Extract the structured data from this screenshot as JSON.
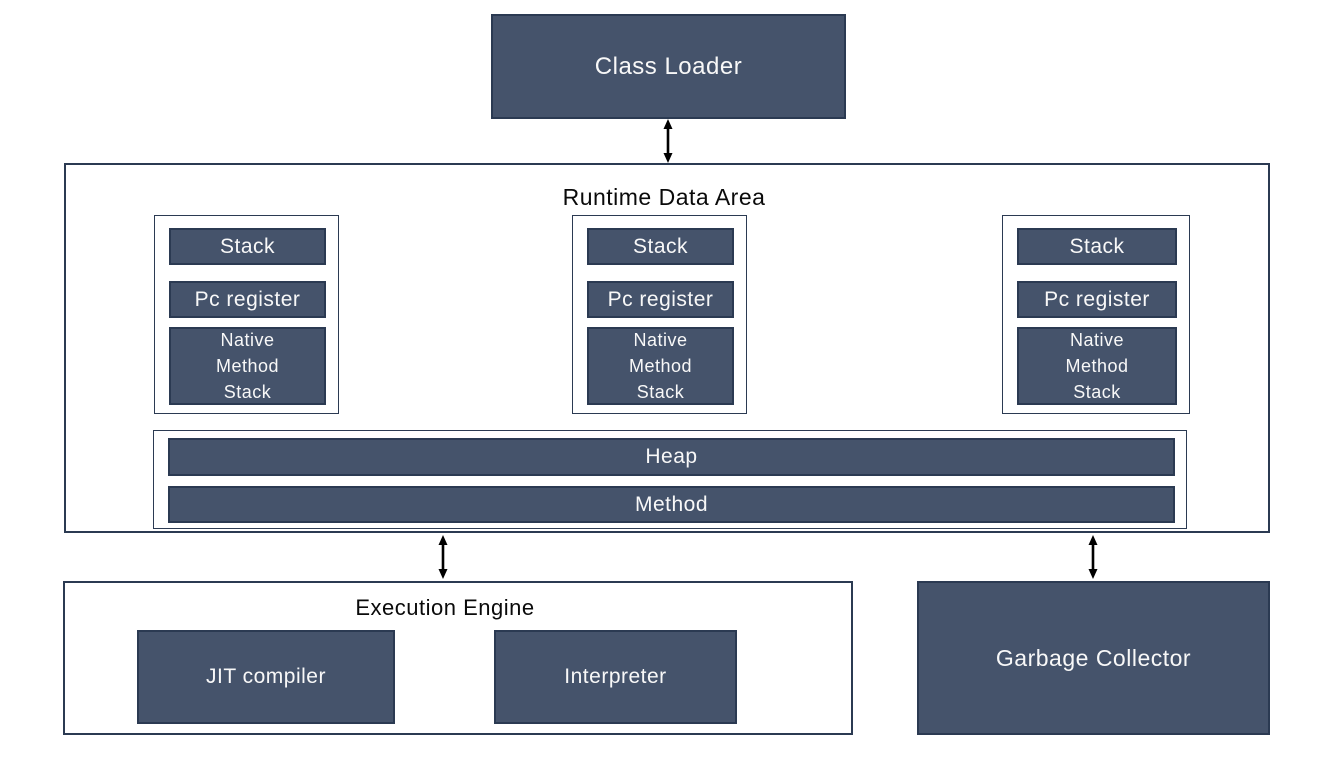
{
  "diagram": {
    "class_loader": {
      "label": "Class Loader"
    },
    "runtime_data_area": {
      "title": "Runtime Data Area",
      "thread_groups": [
        {
          "stack": "Stack",
          "pc_register": "Pc register",
          "native_method_stack": [
            "Native",
            "Method",
            "Stack"
          ]
        },
        {
          "stack": "Stack",
          "pc_register": "Pc register",
          "native_method_stack": [
            "Native",
            "Method",
            "Stack"
          ]
        },
        {
          "stack": "Stack",
          "pc_register": "Pc register",
          "native_method_stack": [
            "Native",
            "Method",
            "Stack"
          ]
        }
      ],
      "heap": "Heap",
      "method": "Method"
    },
    "execution_engine": {
      "title": "Execution Engine",
      "jit_compiler": "JIT compiler",
      "interpreter": "Interpreter"
    },
    "garbage_collector": {
      "label": "Garbage Collector"
    },
    "colors": {
      "box_fill": "#45536B",
      "box_border": "#2B3A52",
      "box_text": "#F8F8F8",
      "title_text": "#0A0A0A",
      "background": "#FFFFFF",
      "arrow": "#000000"
    }
  }
}
